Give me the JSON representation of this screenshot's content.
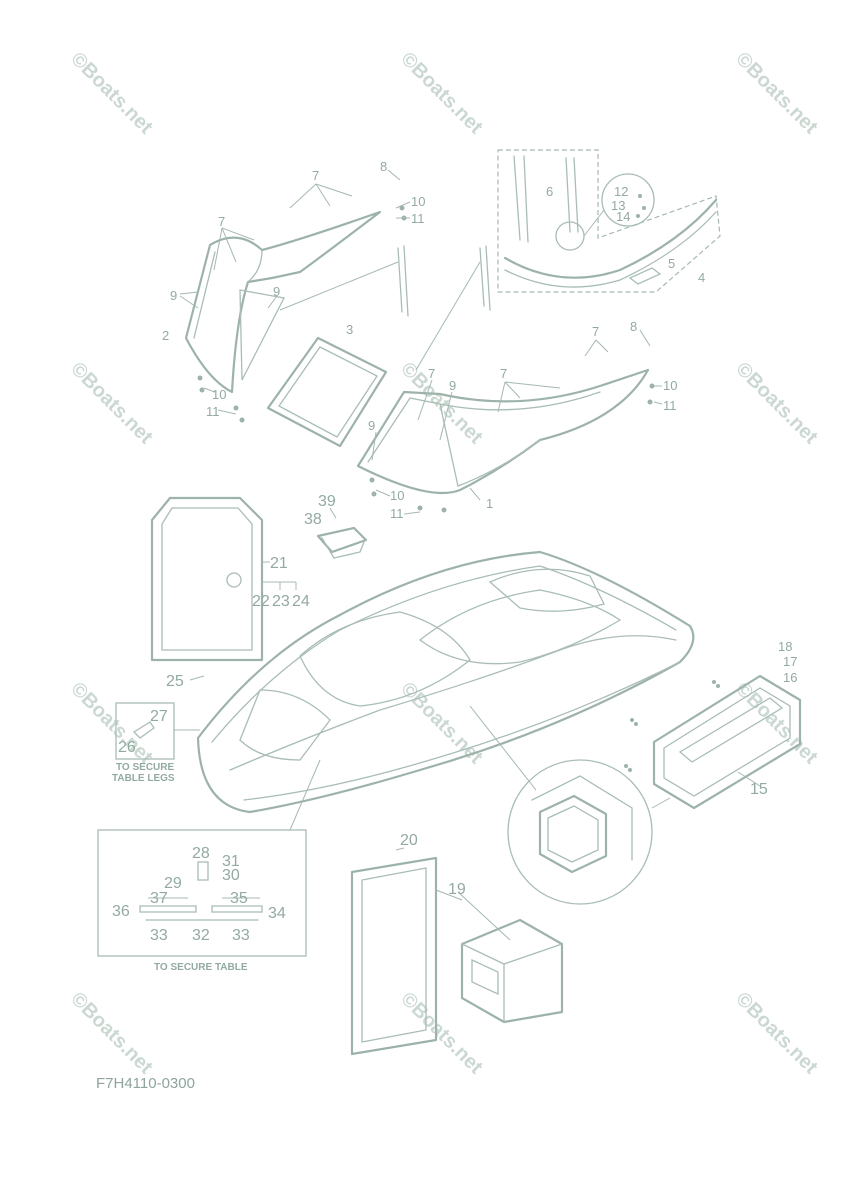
{
  "diagram": {
    "part_code": "F7H4110-0300",
    "watermark_text": "©Boats.net",
    "notes": {
      "table_legs": [
        "TO SECURE",
        "TABLE LEGS"
      ],
      "table": "TO SECURE TABLE"
    },
    "callouts": {
      "n1": "1",
      "n2": "2",
      "n3": "3",
      "n4": "4",
      "n5": "5",
      "n6": "6",
      "n7a": "7",
      "n7b": "7",
      "n7c": "7",
      "n7d": "7",
      "n8a": "8",
      "n8b": "8",
      "n9a": "9",
      "n9b": "9",
      "n9c": "9",
      "n9d": "9",
      "n10a": "10",
      "n10b": "10",
      "n10c": "10",
      "n10d": "10",
      "n11a": "11",
      "n11b": "11",
      "n11c": "11",
      "n11d": "11",
      "n12": "12",
      "n13": "13",
      "n14": "14",
      "n15": "15",
      "n16": "16",
      "n17": "17",
      "n18": "18",
      "n19": "19",
      "n20": "20",
      "n21": "21",
      "n22": "22",
      "n23": "23",
      "n24": "24",
      "n25": "25",
      "n26": "26",
      "n27": "27",
      "n28": "28",
      "n29": "29",
      "n30": "30",
      "n31": "31",
      "n32": "32",
      "n33a": "33",
      "n33b": "33",
      "n34": "34",
      "n35": "35",
      "n36": "36",
      "n37": "37",
      "n38": "38",
      "n39": "39"
    }
  }
}
